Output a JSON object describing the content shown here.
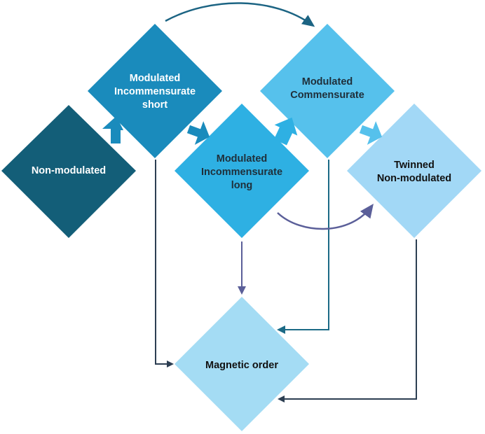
{
  "diagram": {
    "nodes": {
      "non_modulated": {
        "lines": [
          "Non-modulated"
        ],
        "fill": "#135e78",
        "text_color": "#ffffff"
      },
      "mod_incomm_short": {
        "lines": [
          "Modulated",
          "Incommensurate",
          "short"
        ],
        "fill": "#1a8bbc",
        "text_color": "#ffffff"
      },
      "mod_incomm_long": {
        "lines": [
          "Modulated",
          "Incommensurate",
          "long"
        ],
        "fill": "#2eb0e3",
        "text_color": "#1f2f3a"
      },
      "mod_commensurate": {
        "lines": [
          "Modulated",
          "Commensurate"
        ],
        "fill": "#56c1ec",
        "text_color": "#1f2f3a"
      },
      "twinned_non_modulated": {
        "lines": [
          "Twinned",
          "Non-modulated"
        ],
        "fill": "#a2d8f6",
        "text_color": "#111111"
      },
      "magnetic_order": {
        "lines": [
          "Magnetic order"
        ],
        "fill": "#a4dcf4",
        "text_color": "#111111"
      }
    },
    "colors": {
      "connector_dark": "#2c3e52",
      "connector_teal": "#1b6a86",
      "connector_purple": "#5b5f99",
      "arc_teal": "#1c6483"
    }
  }
}
